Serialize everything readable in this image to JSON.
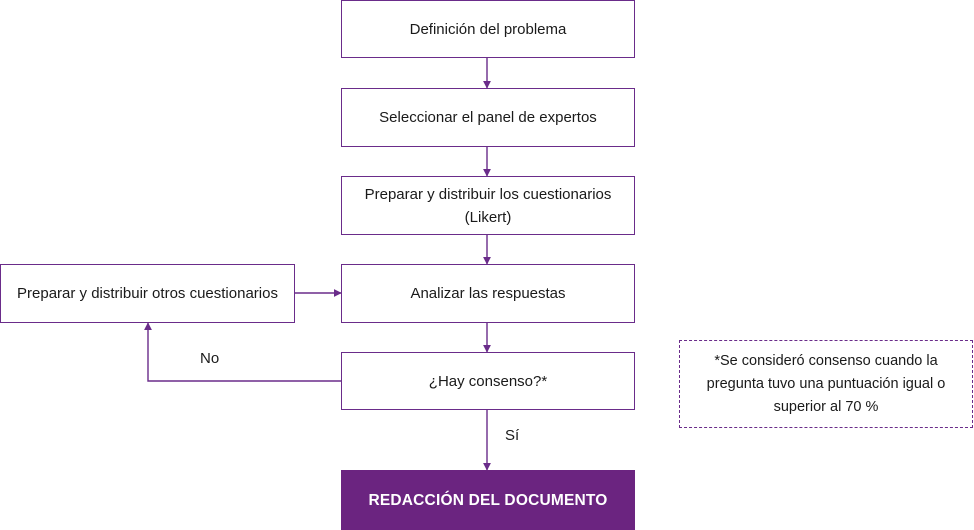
{
  "nodes": {
    "definicion": "Definición del problema",
    "panel": "Seleccionar el panel de expertos",
    "cuestionarios": "Preparar y distribuir los cuestionarios (Likert)",
    "analizar": "Analizar las respuestas",
    "consenso": "¿Hay consenso?*",
    "otros": "Preparar y distribuir otros cuestionarios",
    "redaccion": "REDACCIÓN DEL DOCUMENTO"
  },
  "edge_labels": {
    "no": "No",
    "si": "Sí"
  },
  "note": "*Se consideró consenso cuando la pregunta tuvo una puntuación igual o superior al 70 %",
  "colors": {
    "accent": "#6b2480",
    "border": "#6a2c8a",
    "text": "#1a1a1a"
  }
}
